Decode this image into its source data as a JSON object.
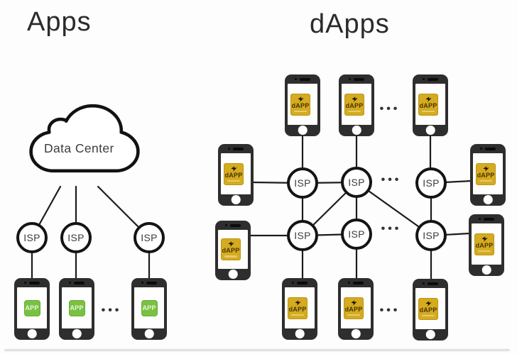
{
  "left_panel": {
    "title": "Apps",
    "cloud_label": "Data Center",
    "isp_nodes": [
      {
        "label": "ISP"
      },
      {
        "label": "ISP"
      },
      {
        "label": "ISP"
      }
    ],
    "phones": [
      {
        "app_label": "APP"
      },
      {
        "app_label": "APP"
      },
      {
        "app_label": "APP"
      }
    ],
    "ellipsis": "•••"
  },
  "right_panel": {
    "title": "dApps",
    "isp_nodes": [
      {
        "label": "ISP"
      },
      {
        "label": "ISP"
      },
      {
        "label": "ISP"
      },
      {
        "label": "ISP"
      },
      {
        "label": "ISP"
      },
      {
        "label": "ISP"
      }
    ],
    "phones": [
      {
        "app_label": "dAPP"
      },
      {
        "app_label": "dAPP"
      },
      {
        "app_label": "dAPP"
      },
      {
        "app_label": "dAPP"
      },
      {
        "app_label": "dAPP"
      },
      {
        "app_label": "dAPP"
      },
      {
        "app_label": "dAPP"
      },
      {
        "app_label": "dAPP"
      },
      {
        "app_label": "dAPP"
      },
      {
        "app_label": "dAPP"
      }
    ],
    "ellipses": {
      "top": "•••",
      "mesh_row1": "•••",
      "mesh_row2": "•••",
      "bottom": "•••"
    }
  },
  "icons": {
    "app_icon": "app-square-icon",
    "dapp_icon": "dapp-square-icon",
    "dapp_logo": "dapp-logo-glyph",
    "cloud": "cloud-icon",
    "phone": "smartphone-icon"
  },
  "colors": {
    "app_green": "#79c143",
    "dapp_gold": "#d5ab1f",
    "line_black": "#1c1c1c",
    "phone_body": "#2e2e2e"
  }
}
